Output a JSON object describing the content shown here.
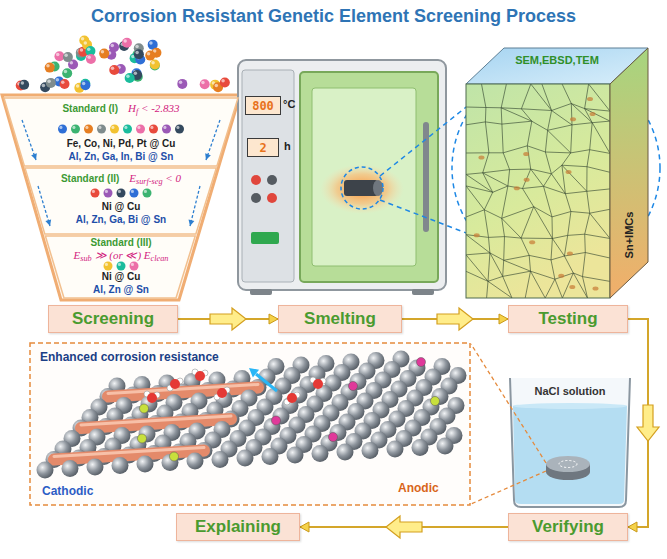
{
  "diagram": {
    "title": "Corrosion Resistant Genetic Element Screening Process",
    "nodes": [
      {
        "text": [
          "Standard (I)",
          "Hf < -2.833",
          "Fe, Co, Ni, Pd, Pt @ Cu",
          "Al, Zn, Ga, In, Bi @ Sn"
        ]
      },
      {
        "text": [
          "Standard (II)",
          "Esurf-seg < 0",
          "Ni @ Cu",
          "Al, Zn, Ga, Bi @ Sn"
        ]
      },
      {
        "text": [
          "Standard (III)",
          "Esub ≫ (or ≪) Eclean",
          "Ni @ Cu",
          "Al, Zn @ Sn"
        ]
      },
      {
        "text": [
          "800"
        ]
      },
      {
        "text": [
          "2"
        ]
      },
      {
        "text": [
          "Screening"
        ]
      },
      {
        "text": [
          "Smelting"
        ]
      },
      {
        "text": [
          "Testing"
        ]
      },
      {
        "text": [
          "Explaining"
        ]
      },
      {
        "text": [
          "Verifying"
        ]
      }
    ],
    "edges": [
      {
        "from": 5,
        "to": 6,
        "arrow": "to"
      },
      {
        "from": 6,
        "to": 7,
        "arrow": "to"
      },
      {
        "from": 7,
        "to": 9,
        "arrow": "to"
      },
      {
        "from": 9,
        "to": 8,
        "arrow": "to"
      }
    ],
    "labels": [
      "SEM,EBSD,TEM",
      "°C",
      "h",
      "Sn+IMCs",
      "Enhanced corrosion resistance",
      "NaCl solution",
      "Cathodic",
      "Anodic"
    ]
  }
}
